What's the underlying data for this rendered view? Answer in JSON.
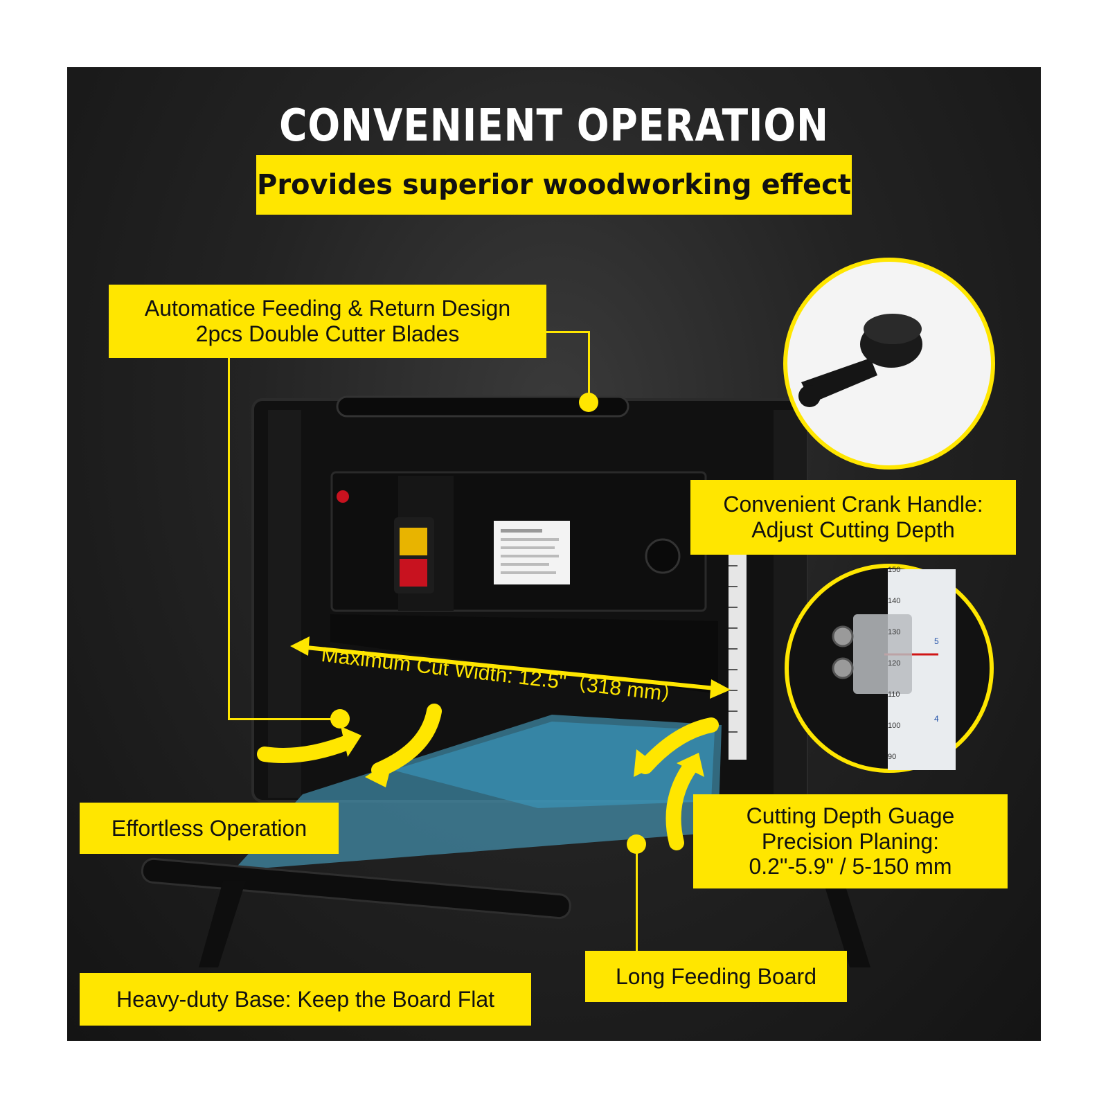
{
  "title": "CONVENIENT OPERATION",
  "subtitle": "Provides superior woodworking effect",
  "callouts": {
    "feeding": {
      "line1": "Automatice Feeding & Return Design",
      "line2": "2pcs Double Cutter Blades"
    },
    "crank": {
      "line1": "Convenient Crank Handle:",
      "line2": "Adjust Cutting Depth"
    },
    "effortless": {
      "text": "Effortless Operation"
    },
    "depth": {
      "line1": "Cutting Depth Guage",
      "line2": "Precision Planing:",
      "line3": "0.2\"-5.9\" / 5-150 mm"
    },
    "feeding_board": {
      "text": "Long Feeding Board"
    },
    "base": {
      "text": "Heavy-duty Base: Keep the Board Flat"
    }
  },
  "cut_width": "Maximum Cut Width: 12.5\"（318 mm）",
  "scale_ticks": [
    "150",
    "140",
    "130",
    "120",
    "110",
    "100",
    "90"
  ],
  "scale_inch_ticks": [
    "5",
    "4"
  ],
  "colors": {
    "accent": "#ffe600",
    "background": "#1c1c1c",
    "table": "#4fb3d9"
  },
  "icons": [
    "crank-knob-icon",
    "ruler-scale-icon",
    "switch-icon"
  ]
}
